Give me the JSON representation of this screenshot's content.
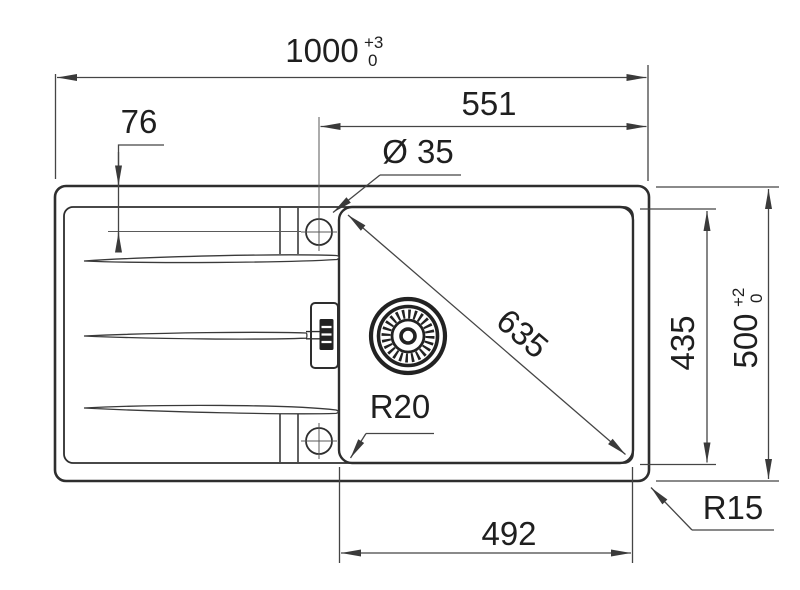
{
  "drawing": {
    "subject": "kitchen sink top-view dimensional drawing",
    "units": "mm",
    "labels": {
      "overall_width": {
        "value": "1000",
        "tol_upper": "+3",
        "tol_lower": "0"
      },
      "tap_to_right_edge": {
        "value": "551"
      },
      "tap_offset_from_back": {
        "value": "76"
      },
      "tap_hole_diameter": {
        "value": "Ø 35"
      },
      "bowl_diagonal": {
        "value": "635"
      },
      "bowl_front_to_back": {
        "value": "435"
      },
      "overall_depth": {
        "value": "500",
        "tol_upper": "+2",
        "tol_lower": "0"
      },
      "bowl_corner_radius": {
        "value": "R20"
      },
      "outer_corner_radius": {
        "value": "R15"
      },
      "bowl_width": {
        "value": "492"
      }
    },
    "colors": {
      "outline": "#2e2e2e",
      "dimension_lines": "#454545",
      "text": "#1f1f1f",
      "background": "#ffffff"
    }
  }
}
